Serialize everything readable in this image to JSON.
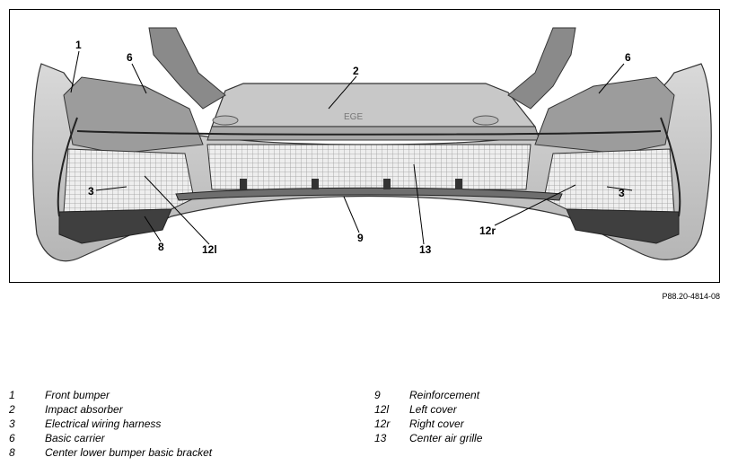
{
  "callouts": {
    "c1": "1",
    "c2": "2",
    "c6_left": "6",
    "c6_right": "6",
    "c3_left": "3",
    "c3_right": "3",
    "c8": "8",
    "c12l": "12l",
    "c12r": "12r",
    "c9": "9",
    "c13": "13"
  },
  "figure_code": "P88.20-4814-08",
  "legend": [
    {
      "num": "1",
      "label": "Front bumper"
    },
    {
      "num": "2",
      "label": "Impact absorber"
    },
    {
      "num": "3",
      "label": "Electrical wiring harness"
    },
    {
      "num": "6",
      "label": "Basic carrier"
    },
    {
      "num": "8",
      "label": "Center lower bumper basic bracket"
    },
    {
      "num": "9",
      "label": "Reinforcement"
    },
    {
      "num": "12l",
      "label": "Left cover"
    },
    {
      "num": "12r",
      "label": "Right cover"
    },
    {
      "num": "13",
      "label": "Center air grille"
    }
  ]
}
